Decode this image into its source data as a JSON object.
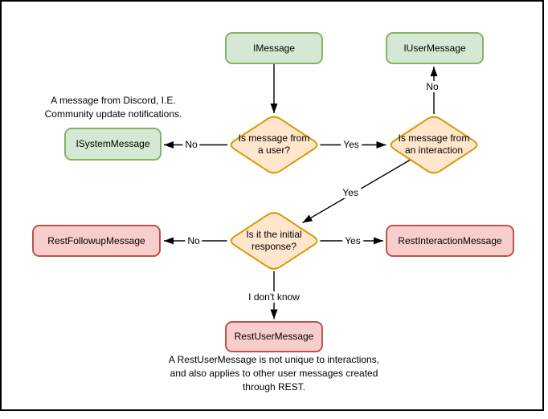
{
  "diagram": {
    "nodes": {
      "imessage": "IMessage",
      "iusermessage": "IUserMessage",
      "isystemmessage": "ISystemMessage",
      "restfollowupmessage": "RestFollowupMessage",
      "restinteractionmessage": "RestInteractionMessage",
      "restusermessage": "RestUserMessage"
    },
    "decisions": {
      "is_from_user": "Is message from\na user?",
      "is_from_interaction": "Is message from\nan interaction",
      "is_initial_response": "Is it the initial\nresponse?"
    },
    "edge_labels": {
      "user_no": "No",
      "user_yes": "Yes",
      "interaction_no": "No",
      "interaction_yes": "Yes",
      "initial_no": "No",
      "initial_yes": "Yes",
      "initial_unknown": "I don't know"
    },
    "annotations": {
      "system_note": "A message from Discord, I.E.\nCommunity update notifications.",
      "restuser_note": "A RestUserMessage is not unique to interactions,\nand also applies to other user messages created\nthrough REST."
    },
    "colors": {
      "interface_fill": "#d5e8d4",
      "interface_stroke": "#82b366",
      "decision_fill": "#ffe6cc",
      "decision_stroke": "#d79b00",
      "rest_fill": "#f8cecc",
      "rest_stroke": "#b85450",
      "line": "#000000",
      "background": "#ffffff"
    }
  }
}
